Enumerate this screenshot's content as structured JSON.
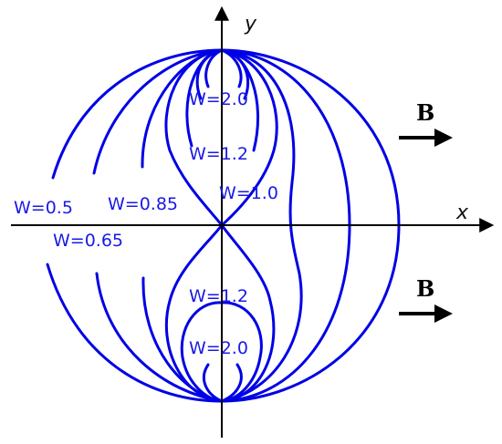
{
  "axes": {
    "x_label": "x",
    "y_label": "y"
  },
  "field": {
    "label": "B"
  },
  "curves": {
    "color": "#0000e6"
  },
  "labels": {
    "w050": "W=0.5",
    "w065": "W=0.65",
    "w085": "W=0.85",
    "w100": "W=1.0",
    "w120_top": "W=1.2",
    "w120_bottom": "W=1.2",
    "w200_top": "W=2.0",
    "w200_bottom": "W=2.0"
  }
}
